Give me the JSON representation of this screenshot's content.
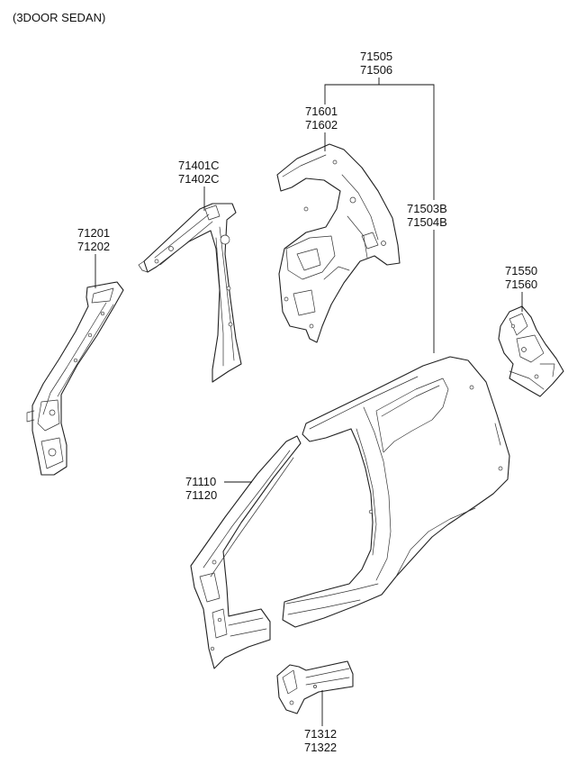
{
  "title": "(3DOOR SEDAN)",
  "parts": [
    {
      "id": "a_pillar_inner",
      "numbers": [
        "71201",
        "71202"
      ]
    },
    {
      "id": "b_pillar_inner",
      "numbers": [
        "71401C",
        "71402C"
      ]
    },
    {
      "id": "quarter_assembly",
      "numbers": [
        "71505",
        "71506"
      ]
    },
    {
      "id": "quarter_inner",
      "numbers": [
        "71601",
        "71602"
      ]
    },
    {
      "id": "quarter_outer",
      "numbers": [
        "71503B",
        "71504B"
      ]
    },
    {
      "id": "rear_extension",
      "numbers": [
        "71550",
        "71560"
      ]
    },
    {
      "id": "side_outer",
      "numbers": [
        "71110",
        "71120"
      ]
    },
    {
      "id": "side_sill_extension",
      "numbers": [
        "71312",
        "71322"
      ]
    }
  ]
}
